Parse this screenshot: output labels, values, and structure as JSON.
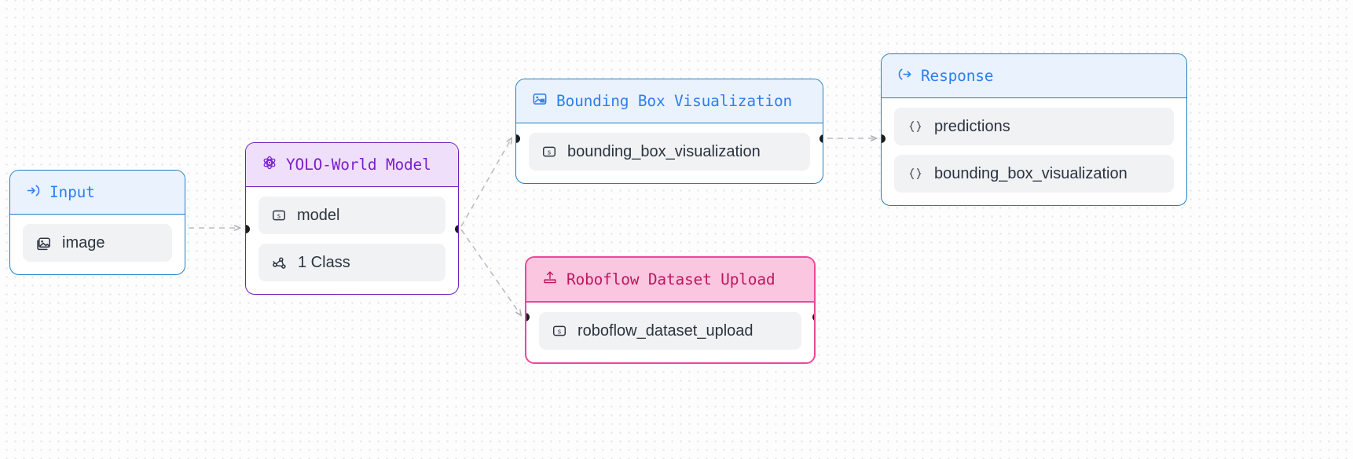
{
  "canvas": {
    "background_color": "#fdfdfd",
    "grid": "dot-grid"
  },
  "nodes": [
    {
      "id": "input",
      "title": "Input",
      "icon": "input-arrow-icon",
      "theme": "blue",
      "accent": "#2d7ff0",
      "rows": [
        {
          "label": "image",
          "icon": "image-icon"
        }
      ]
    },
    {
      "id": "yolo-world-model",
      "title": "YOLO-World Model",
      "icon": "model-atom-icon",
      "theme": "purple",
      "accent": "#7a22cc",
      "rows": [
        {
          "label": "model",
          "icon": "string-param-icon"
        },
        {
          "label": "1 Class",
          "icon": "classes-graph-icon"
        }
      ]
    },
    {
      "id": "bounding-box-visualization",
      "title": "Bounding Box Visualization",
      "icon": "image-visualization-icon",
      "theme": "blue",
      "accent": "#2d7ff0",
      "rows": [
        {
          "label": "bounding_box_visualization",
          "icon": "string-param-icon"
        }
      ]
    },
    {
      "id": "roboflow-dataset-upload",
      "title": "Roboflow Dataset Upload",
      "icon": "upload-icon",
      "theme": "pink",
      "accent": "#be185d",
      "rows": [
        {
          "label": "roboflow_dataset_upload",
          "icon": "string-param-icon"
        }
      ]
    },
    {
      "id": "response",
      "title": "Response",
      "icon": "output-arrow-icon",
      "theme": "blue",
      "accent": "#2d7ff0",
      "rows": [
        {
          "label": "predictions",
          "icon": "json-braces-icon"
        },
        {
          "label": "bounding_box_visualization",
          "icon": "json-braces-icon"
        }
      ]
    }
  ],
  "edges": [
    {
      "from": "input",
      "to": "yolo-world-model"
    },
    {
      "from": "yolo-world-model",
      "to": "bounding-box-visualization"
    },
    {
      "from": "yolo-world-model",
      "to": "roboflow-dataset-upload"
    },
    {
      "from": "bounding-box-visualization",
      "to": "response"
    }
  ]
}
